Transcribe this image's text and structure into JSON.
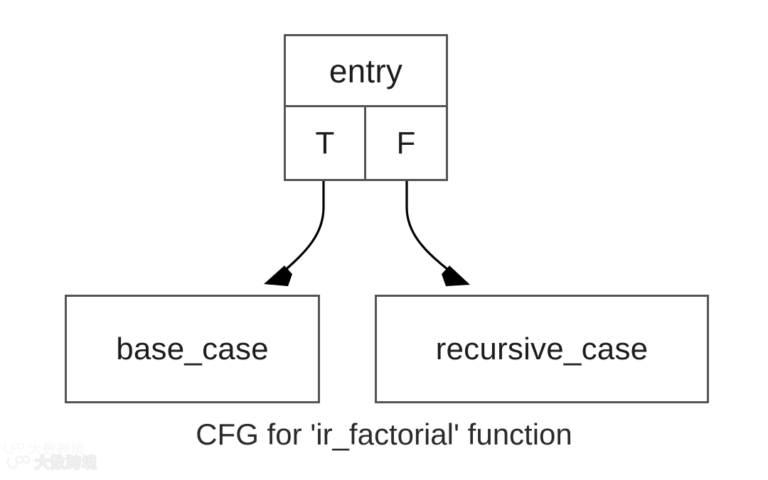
{
  "graph": {
    "caption": "CFG for 'ir_factorial' function",
    "nodes": [
      {
        "id": "entry",
        "label": "entry",
        "ports": [
          {
            "id": "true",
            "label": "T"
          },
          {
            "id": "false",
            "label": "F"
          }
        ]
      },
      {
        "id": "base_case",
        "label": "base_case",
        "ports": []
      },
      {
        "id": "recursive_case",
        "label": "recursive_case",
        "ports": []
      }
    ],
    "edges": [
      {
        "from": "entry",
        "from_port": "T",
        "to": "base_case",
        "arrow": "arrowhead-icon"
      },
      {
        "from": "entry",
        "from_port": "F",
        "to": "recursive_case",
        "arrow": "arrowhead-icon"
      }
    ],
    "colors": {
      "background": "#ffffff",
      "node_border": "#545454",
      "node_fill": "#ffffff",
      "text": "#1c1c1c",
      "edge": "#000000",
      "caption_text": "#2a2a2a"
    }
  },
  "watermarks": {
    "bottom": {
      "text": "大数跨境",
      "color": "#f2f2f2"
    },
    "faint": {
      "text": "大数跨境",
      "color": "#ededed"
    }
  }
}
